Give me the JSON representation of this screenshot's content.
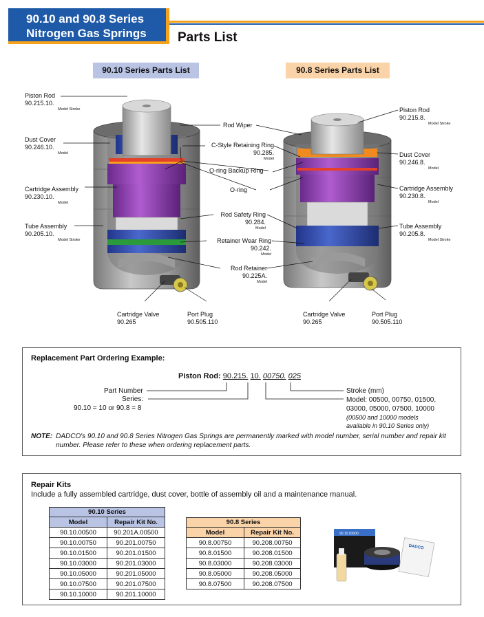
{
  "header": {
    "title_line1": "90.10 and 90.8 Series",
    "title_line2": "Nitrogen Gas Springs",
    "page_title": "Parts List"
  },
  "series_labels": {
    "s10": "90.10 Series Parts List",
    "s8": "90.8 Series Parts List"
  },
  "diagram": {
    "left": {
      "piston_rod": {
        "name": "Piston Rod",
        "pn": "90.215.10.",
        "sub": "Model  Stroke"
      },
      "dust_cover": {
        "name": "Dust Cover",
        "pn": "90.246.10.",
        "sub": "Model"
      },
      "cartridge": {
        "name": "Cartridge Assembly",
        "pn": "90.230.10.",
        "sub": "Model"
      },
      "tube": {
        "name": "Tube Assembly",
        "pn": "90.205.10.",
        "sub": "Model  Stroke"
      },
      "cartridge_valve": {
        "name": "Cartridge Valve",
        "pn": "90.265"
      },
      "port_plug": {
        "name": "Port Plug",
        "pn": "90.505.110"
      }
    },
    "center": {
      "rod_wiper": {
        "name": "Rod Wiper"
      },
      "c_style": {
        "name": "C-Style Retaining Ring",
        "pn": "90.285.",
        "sub": "Model"
      },
      "oring_backup": {
        "name": "O-ring Backup Ring"
      },
      "oring": {
        "name": "O-ring"
      },
      "rod_safety": {
        "name": "Rod Safety Ring",
        "pn": "90.284.",
        "sub": "Model"
      },
      "wear_ring": {
        "name": "Retainer Wear Ring",
        "pn": "90.242.",
        "sub": "Model"
      },
      "rod_retainer": {
        "name": "Rod Retainer",
        "pn": "90.225A.",
        "sub": "Model"
      }
    },
    "right": {
      "piston_rod": {
        "name": "Piston Rod",
        "pn": "90.215.8.",
        "sub": "Model  Stroke"
      },
      "dust_cover": {
        "name": "Dust Cover",
        "pn": "90.246.8.",
        "sub": "Model"
      },
      "cartridge": {
        "name": "Cartridge Assembly",
        "pn": "90.230.8.",
        "sub": "Model"
      },
      "tube": {
        "name": "Tube Assembly",
        "pn": "90.205.8.",
        "sub": "Model  Stroke"
      },
      "cartridge_valve": {
        "name": "Cartridge Valve",
        "pn": "90.265"
      },
      "port_plug": {
        "name": "Port Plug",
        "pn": "90.505.110"
      }
    }
  },
  "ordering": {
    "title": "Replacement Part Ordering Example:",
    "label": "Piston Rod:",
    "part1": "90.215.",
    "part2": "10.",
    "part3": "00750.",
    "part4": "025",
    "part_number": "Part Number",
    "series": "Series:",
    "series_values": "90.10 = 10 or 90.8 = 8",
    "stroke": "Stroke (mm)",
    "model_line1": "Model:  00500, 00750, 01500,",
    "model_line2": "03000, 05000, 07500, 10000",
    "model_note1": "(00500 and 10000 models",
    "model_note2": "available in 90.10 Series only)",
    "note_label": "NOTE:",
    "note_text": "DADCO's 90.10 and 90.8 Series Nitrogen Gas Springs are permanently marked with model number, serial number and repair kit number.  Please refer to these when ordering replacement parts."
  },
  "repair_kits": {
    "title": "Repair Kits",
    "subtitle": "Include a fully assembled cartridge, dust cover, bottle of assembly oil and a maintenance manual.",
    "col_model": "Model",
    "col_kit": "Repair Kit No.",
    "series10": {
      "caption": "90.10 Series",
      "rows": [
        [
          "90.10.00500",
          "90.201A.00500"
        ],
        [
          "90.10.00750",
          "90.201.00750"
        ],
        [
          "90.10.01500",
          "90.201.01500"
        ],
        [
          "90.10.03000",
          "90.201.03000"
        ],
        [
          "90.10.05000",
          "90.201.05000"
        ],
        [
          "90.10.07500",
          "90.201.07500"
        ],
        [
          "90.10.10000",
          "90.201.10000"
        ]
      ]
    },
    "series8": {
      "caption": "90.8 Series",
      "rows": [
        [
          "90.8.00750",
          "90.208.00750"
        ],
        [
          "90.8.01500",
          "90.208.01500"
        ],
        [
          "90.8.03000",
          "90.208.03000"
        ],
        [
          "90.8.05000",
          "90.208.05000"
        ],
        [
          "90.8.07500",
          "90.208.07500"
        ]
      ]
    },
    "photo_box_label": "90.10.03000",
    "photo_brand": "DADCO"
  },
  "colors": {
    "header_blue": "#1e5aa8",
    "header_orange": "#f4a11b",
    "series10_bg": "#b9c4e4",
    "series8_bg": "#fbd3a8"
  }
}
